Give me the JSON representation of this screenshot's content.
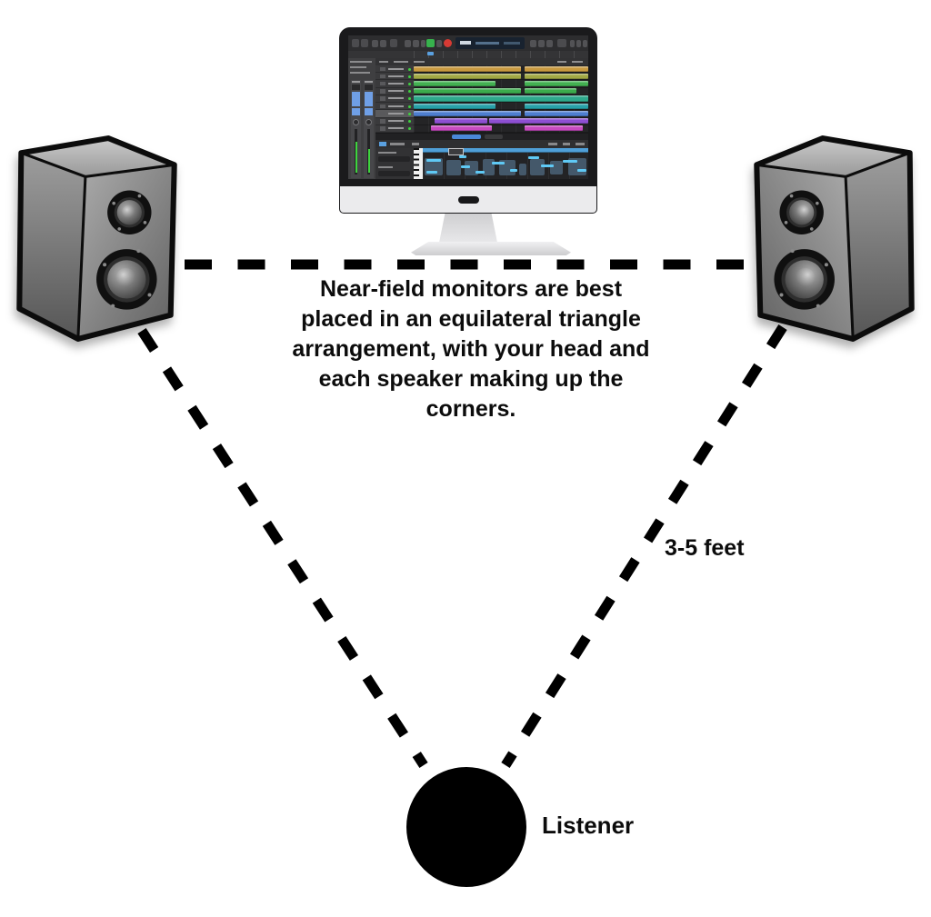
{
  "caption": {
    "lines": [
      "Near-field monitors are best",
      "placed in an equilateral triangle",
      "arrangement, with your head and",
      "each speaker making up the",
      "corners."
    ]
  },
  "labels": {
    "distance": "3-5 feet",
    "listener": "Listener"
  },
  "colors": {
    "background": "#ffffff",
    "dashed_line": "#000000",
    "listener_dot": "#000000",
    "text": "#0c0c0c",
    "speaker_front": "#8f8f8f",
    "speaker_side": "#7c7c7c",
    "speaker_top": "#bdbdbd",
    "speaker_outline": "#0c0c0c",
    "monitor_bezel": "#1a1a1c",
    "monitor_chin": "#ebebed",
    "monitor_stand": "#e0e0e2",
    "daw_play_green": "#37b24d",
    "daw_record_red": "#d63a34",
    "daw_lcd_navy": "#18222f",
    "daw_accent_blue": "#4f9fd8"
  },
  "daw": {
    "selected_track": 6,
    "tracks": [
      {
        "name": "track-orange",
        "color": "#c8993f",
        "regions": [
          [
            0,
            0.615
          ],
          [
            0.635,
            1
          ]
        ]
      },
      {
        "name": "track-olive",
        "color": "#a2a844",
        "regions": [
          [
            0,
            0.615
          ],
          [
            0.635,
            1
          ]
        ]
      },
      {
        "name": "track-green-1",
        "color": "#43b051",
        "regions": [
          [
            0,
            0.47
          ],
          [
            0.635,
            1
          ]
        ]
      },
      {
        "name": "track-green-2",
        "color": "#3cab4c",
        "regions": [
          [
            0,
            0.615
          ],
          [
            0.635,
            0.93
          ]
        ]
      },
      {
        "name": "track-teal-1",
        "color": "#2ea88b",
        "regions": [
          [
            0,
            1
          ]
        ]
      },
      {
        "name": "track-teal-2",
        "color": "#27a0a8",
        "regions": [
          [
            0,
            0.47
          ],
          [
            0.635,
            1
          ]
        ]
      },
      {
        "name": "track-blue",
        "color": "#4e7ecf",
        "regions": [
          [
            0,
            0.615
          ],
          [
            0.635,
            1
          ]
        ]
      },
      {
        "name": "track-purple",
        "color": "#8e4fd2",
        "regions": [
          [
            0.12,
            0.42
          ],
          [
            0.43,
            1
          ]
        ]
      },
      {
        "name": "track-magenta",
        "color": "#c84ac0",
        "regions": [
          [
            0.1,
            0.45
          ],
          [
            0.635,
            0.97
          ]
        ]
      }
    ],
    "wave_blobs": [
      [
        2,
        11,
        20,
        19
      ],
      [
        26,
        13,
        16,
        17
      ],
      [
        46,
        14,
        15,
        16
      ],
      [
        66,
        12,
        13,
        18
      ],
      [
        84,
        13,
        18,
        17
      ],
      [
        106,
        17,
        8,
        13
      ],
      [
        118,
        12,
        16,
        18
      ],
      [
        140,
        14,
        14,
        15
      ],
      [
        160,
        11,
        20,
        19
      ]
    ],
    "midi_notes": [
      [
        4,
        12,
        16
      ],
      [
        4,
        25,
        12
      ],
      [
        40,
        8,
        8
      ],
      [
        42,
        19,
        10
      ],
      [
        58,
        25,
        10
      ],
      [
        76,
        15,
        14
      ],
      [
        96,
        23,
        8
      ],
      [
        116,
        9,
        12
      ],
      [
        130,
        18,
        14
      ],
      [
        154,
        13,
        16
      ],
      [
        170,
        23,
        10
      ]
    ]
  }
}
